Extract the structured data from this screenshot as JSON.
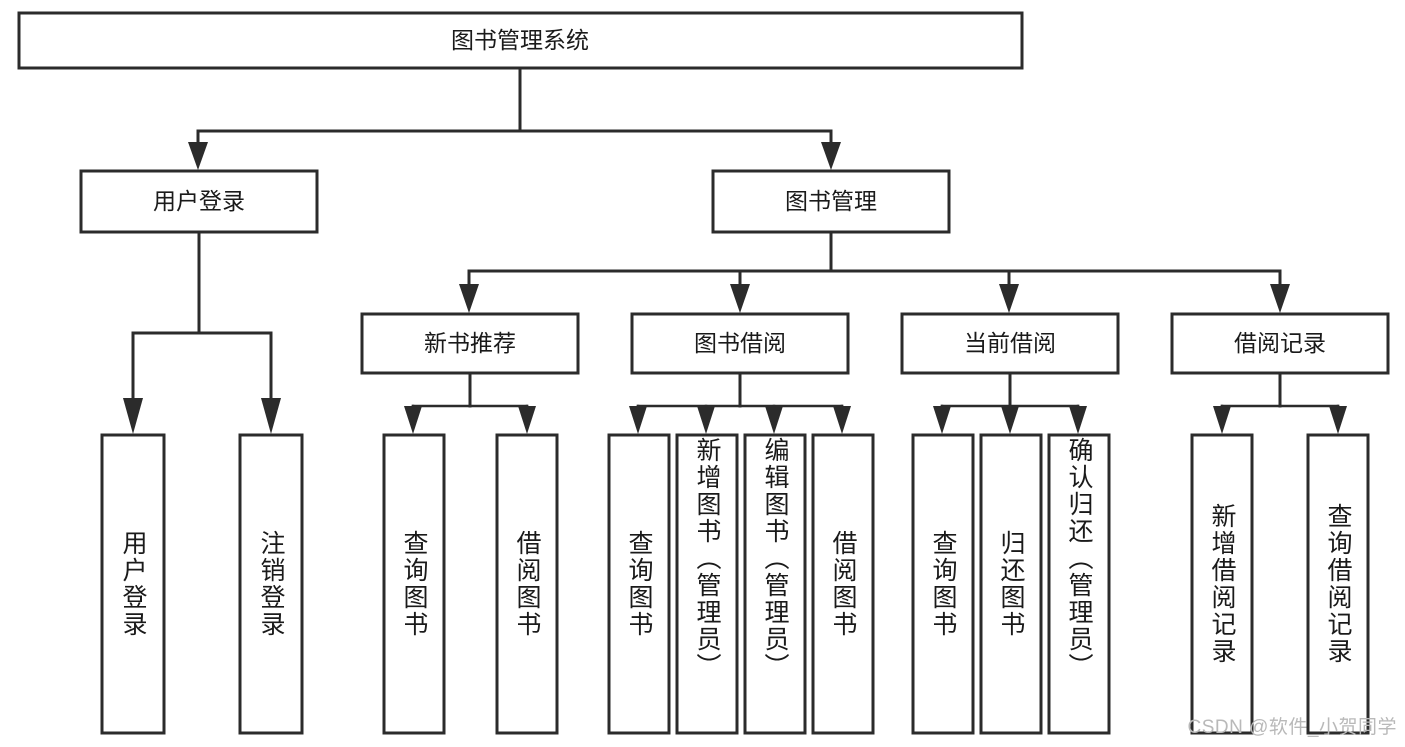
{
  "diagram": {
    "title": "图书管理系统",
    "watermark": "CSDN @软件_小贺同学",
    "type": "hierarchy-tree",
    "levels": 4,
    "root": {
      "id": "root",
      "label": "图书管理系统",
      "orientation": "horizontal"
    },
    "level2": [
      {
        "id": "user-login",
        "label": "用户登录",
        "orientation": "horizontal"
      },
      {
        "id": "book-manage",
        "label": "图书管理",
        "orientation": "horizontal"
      }
    ],
    "level3": [
      {
        "id": "new-book-rec",
        "label": "新书推荐",
        "parent": "book-manage",
        "orientation": "horizontal"
      },
      {
        "id": "book-borrow",
        "label": "图书借阅",
        "parent": "book-manage",
        "orientation": "horizontal"
      },
      {
        "id": "current-borrow",
        "label": "当前借阅",
        "parent": "book-manage",
        "orientation": "horizontal"
      },
      {
        "id": "borrow-record",
        "label": "借阅记录",
        "parent": "book-manage",
        "orientation": "horizontal"
      }
    ],
    "leaves": [
      {
        "id": "leaf-user-login",
        "label": "用户登录",
        "parent": "user-login",
        "orientation": "vertical"
      },
      {
        "id": "leaf-logout-login",
        "label": "注销登录",
        "parent": "user-login",
        "orientation": "vertical"
      },
      {
        "id": "leaf-query-book-1",
        "label": "查询图书",
        "parent": "new-book-rec",
        "orientation": "vertical"
      },
      {
        "id": "leaf-borrow-book-1",
        "label": "借阅图书",
        "parent": "new-book-rec",
        "orientation": "vertical"
      },
      {
        "id": "leaf-query-book-2",
        "label": "查询图书",
        "parent": "book-borrow",
        "orientation": "vertical"
      },
      {
        "id": "leaf-add-book",
        "label": "新增图书（管理员）",
        "parent": "book-borrow",
        "orientation": "vertical"
      },
      {
        "id": "leaf-edit-book",
        "label": "编辑图书（管理员）",
        "parent": "book-borrow",
        "orientation": "vertical"
      },
      {
        "id": "leaf-borrow-book-2",
        "label": "借阅图书",
        "parent": "book-borrow",
        "orientation": "vertical"
      },
      {
        "id": "leaf-query-book-3",
        "label": "查询图书",
        "parent": "current-borrow",
        "orientation": "vertical"
      },
      {
        "id": "leaf-return-book",
        "label": "归还图书",
        "parent": "current-borrow",
        "orientation": "vertical"
      },
      {
        "id": "leaf-confirm-return",
        "label": "确认归还（管理员）",
        "parent": "current-borrow",
        "orientation": "vertical"
      },
      {
        "id": "leaf-add-record",
        "label": "新增借阅记录",
        "parent": "borrow-record",
        "orientation": "vertical"
      },
      {
        "id": "leaf-query-record",
        "label": "查询借阅记录",
        "parent": "borrow-record",
        "orientation": "vertical"
      }
    ],
    "colors": {
      "background": "#ffffff",
      "box_fill": "#ffffff",
      "box_stroke": "#2b2b2b",
      "text": "#1a1a1a",
      "watermark": "#b9b9b9"
    }
  }
}
